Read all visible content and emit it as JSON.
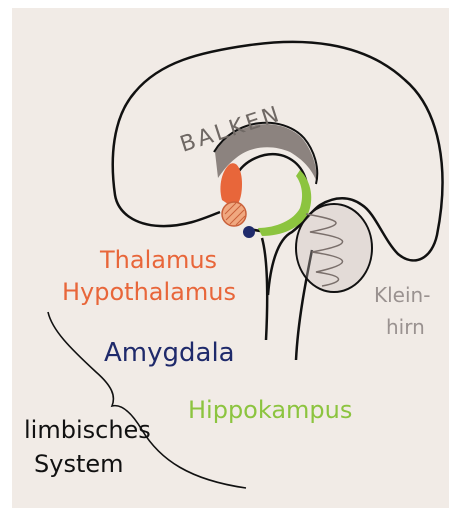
{
  "labels": {
    "balken": "BALKEN",
    "thalamus": "Thalamus",
    "hypothalamus": "Hypothalamus",
    "amygdala": "Amygdala",
    "hippokampus": "Hippokampus",
    "klein": "Klein-",
    "hirn": "hirn",
    "limbisches": "limbisches",
    "system": "System"
  },
  "colors": {
    "outline": "#111111",
    "thalamus": "#e8663a",
    "amygdala": "#1f2a6b",
    "hippokampus": "#8cc43f",
    "corpus_callosum": "#7a716c",
    "kleinhirn_label": "#9a9290",
    "hypothalamus_fill": "#f0a880",
    "paper": "#f1ebe6"
  }
}
